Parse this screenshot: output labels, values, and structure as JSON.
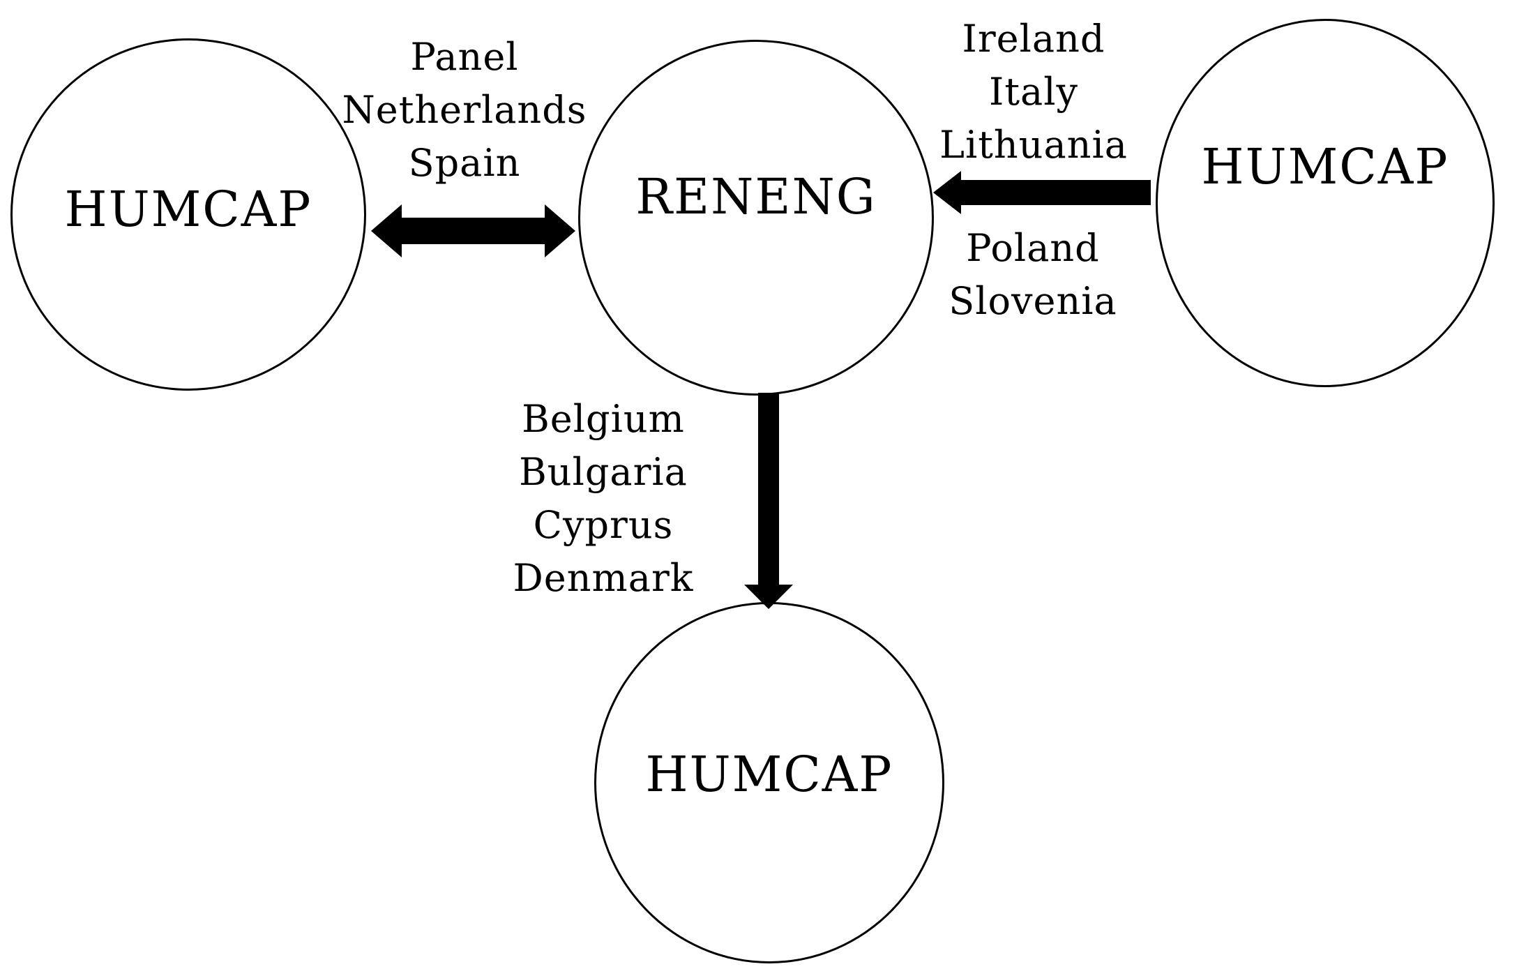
{
  "diagram": {
    "colors": {
      "ink": "#000000",
      "background": "#ffffff"
    },
    "nodes": {
      "left": {
        "label": "HUMCAP"
      },
      "center": {
        "label": "RENENG"
      },
      "right": {
        "label": "HUMCAP"
      },
      "bottom": {
        "label": "HUMCAP"
      }
    },
    "edges": {
      "left_center": {
        "type": "bidirectional-horizontal-arrow",
        "labels": [
          "Panel",
          "Netherlands",
          "Spain"
        ]
      },
      "right_center": {
        "type": "leftward-arrow",
        "labels_above": [
          "Ireland",
          "Italy",
          "Lithuania"
        ],
        "labels_below": [
          "Poland",
          "Slovenia"
        ]
      },
      "center_bottom": {
        "type": "downward-arrow",
        "labels": [
          "Belgium",
          "Bulgaria",
          "Cyprus",
          "Denmark"
        ]
      }
    }
  }
}
